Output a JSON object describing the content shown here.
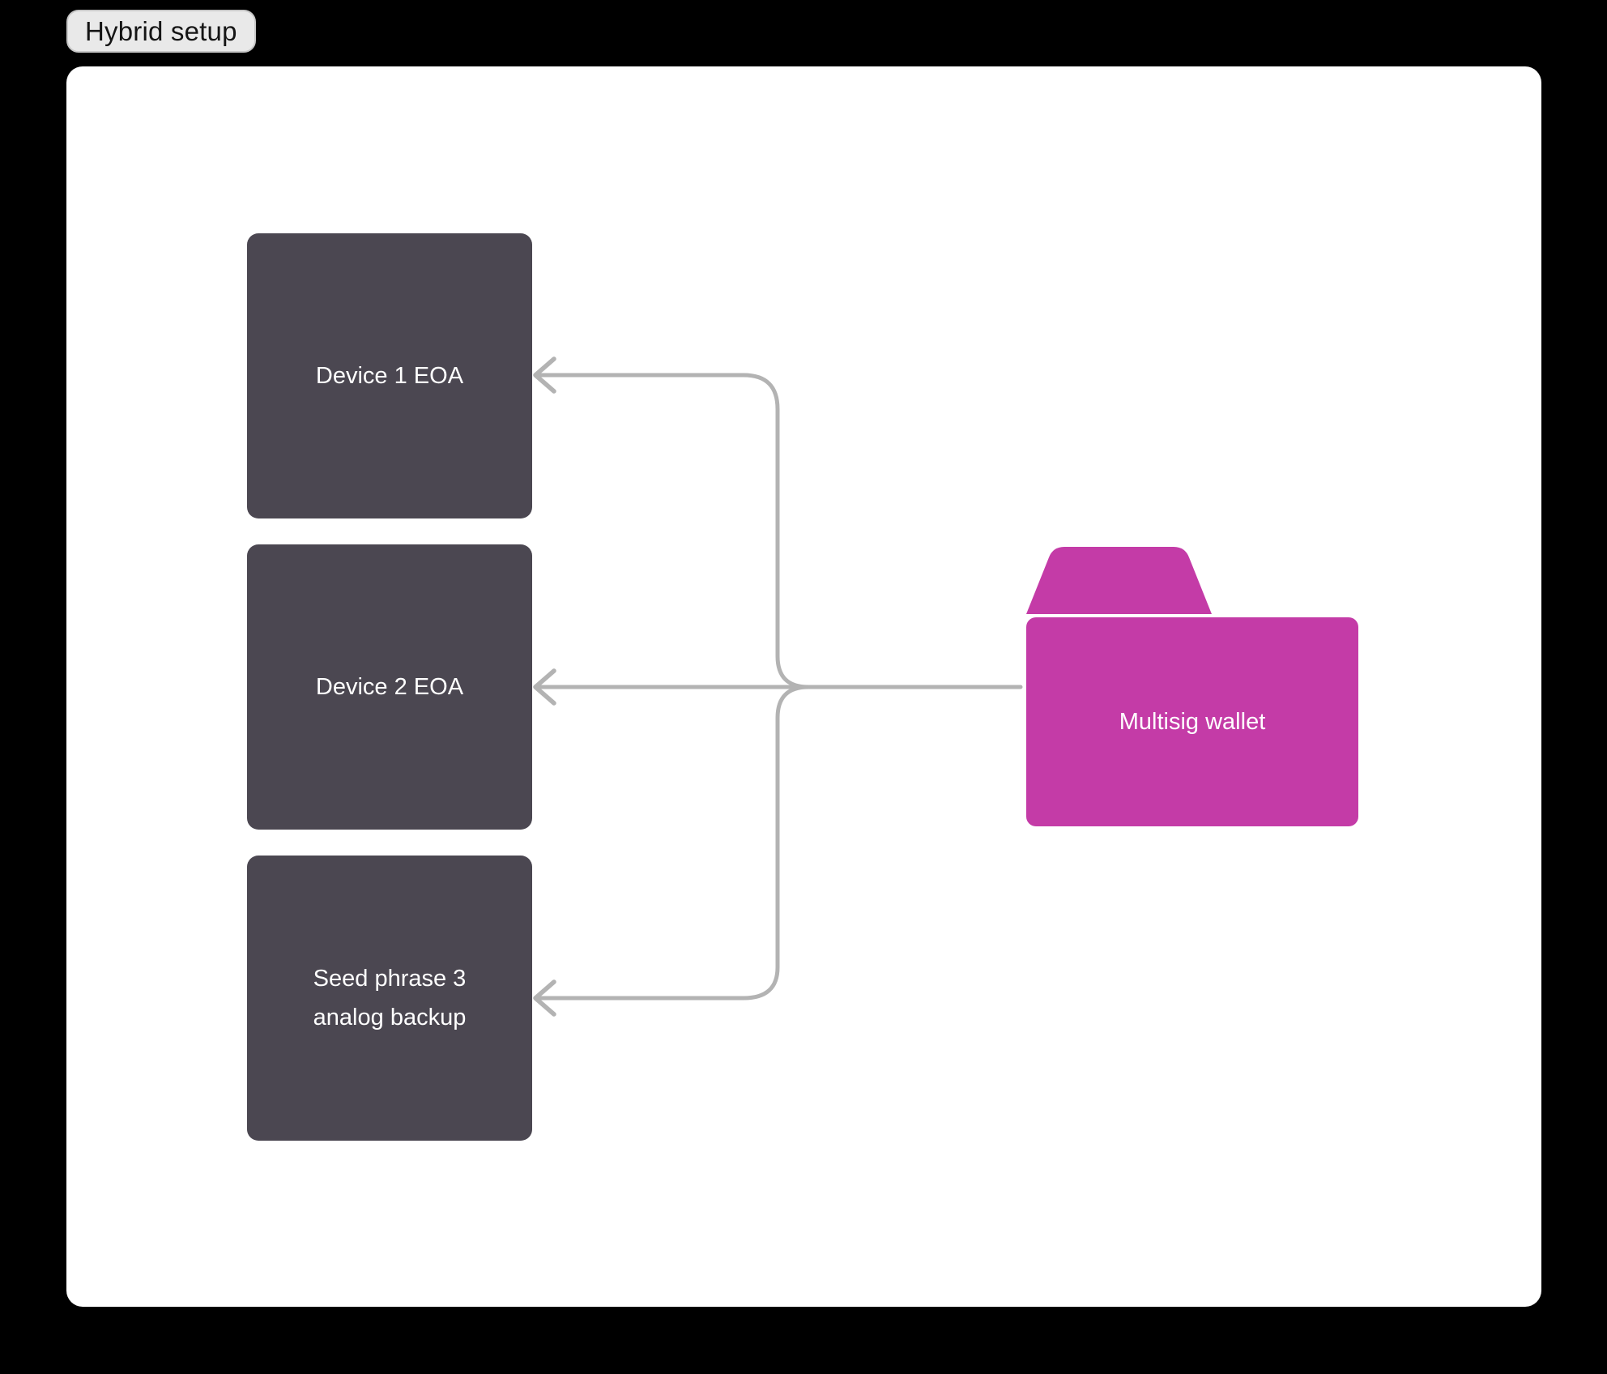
{
  "title": "Hybrid setup",
  "nodes": {
    "device1": {
      "label": "Device 1 EOA"
    },
    "device2": {
      "label": "Device 2 EOA"
    },
    "seed": {
      "label_line1": "Seed phrase 3",
      "label_line2": "analog backup"
    },
    "multisig": {
      "label": "Multisig wallet"
    }
  },
  "connections": [
    {
      "from": "Multisig wallet",
      "to": "Device 1 EOA"
    },
    {
      "from": "Multisig wallet",
      "to": "Device 2 EOA"
    },
    {
      "from": "Multisig wallet",
      "to": "Seed phrase 3 analog backup"
    }
  ],
  "colors": {
    "bg": "#000000",
    "card": "#ffffff",
    "node_dark": "#4b4751",
    "node_text": "#ffffff",
    "folder": "#c43ba7",
    "connector": "#b3b3b3",
    "pill_bg": "#e9e9e9",
    "pill_border": "#c7c7c7",
    "pill_text": "#151515"
  }
}
